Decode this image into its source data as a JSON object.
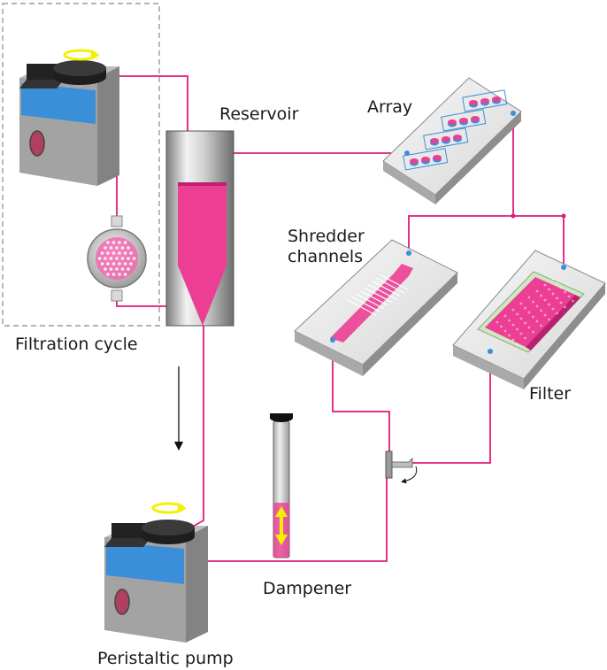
{
  "labels": {
    "reservoir": "Reservoir",
    "array": "Array",
    "shredder_line1": "Shredder",
    "shredder_line2": "channels",
    "filter": "Filter",
    "filtration_cycle": "Filtration cycle",
    "dampener": "Dampener",
    "peristaltic_pump": "Peristaltic pump"
  },
  "colors": {
    "tubing": "#e0197a",
    "fluid": "#ec3f93",
    "pump_body": "#9a9a9a",
    "pump_window": "#3a8fd8",
    "rotation_arrow": "#f5f000",
    "chip_glass": "#e6e6e6",
    "dashed_box": "#888888"
  }
}
